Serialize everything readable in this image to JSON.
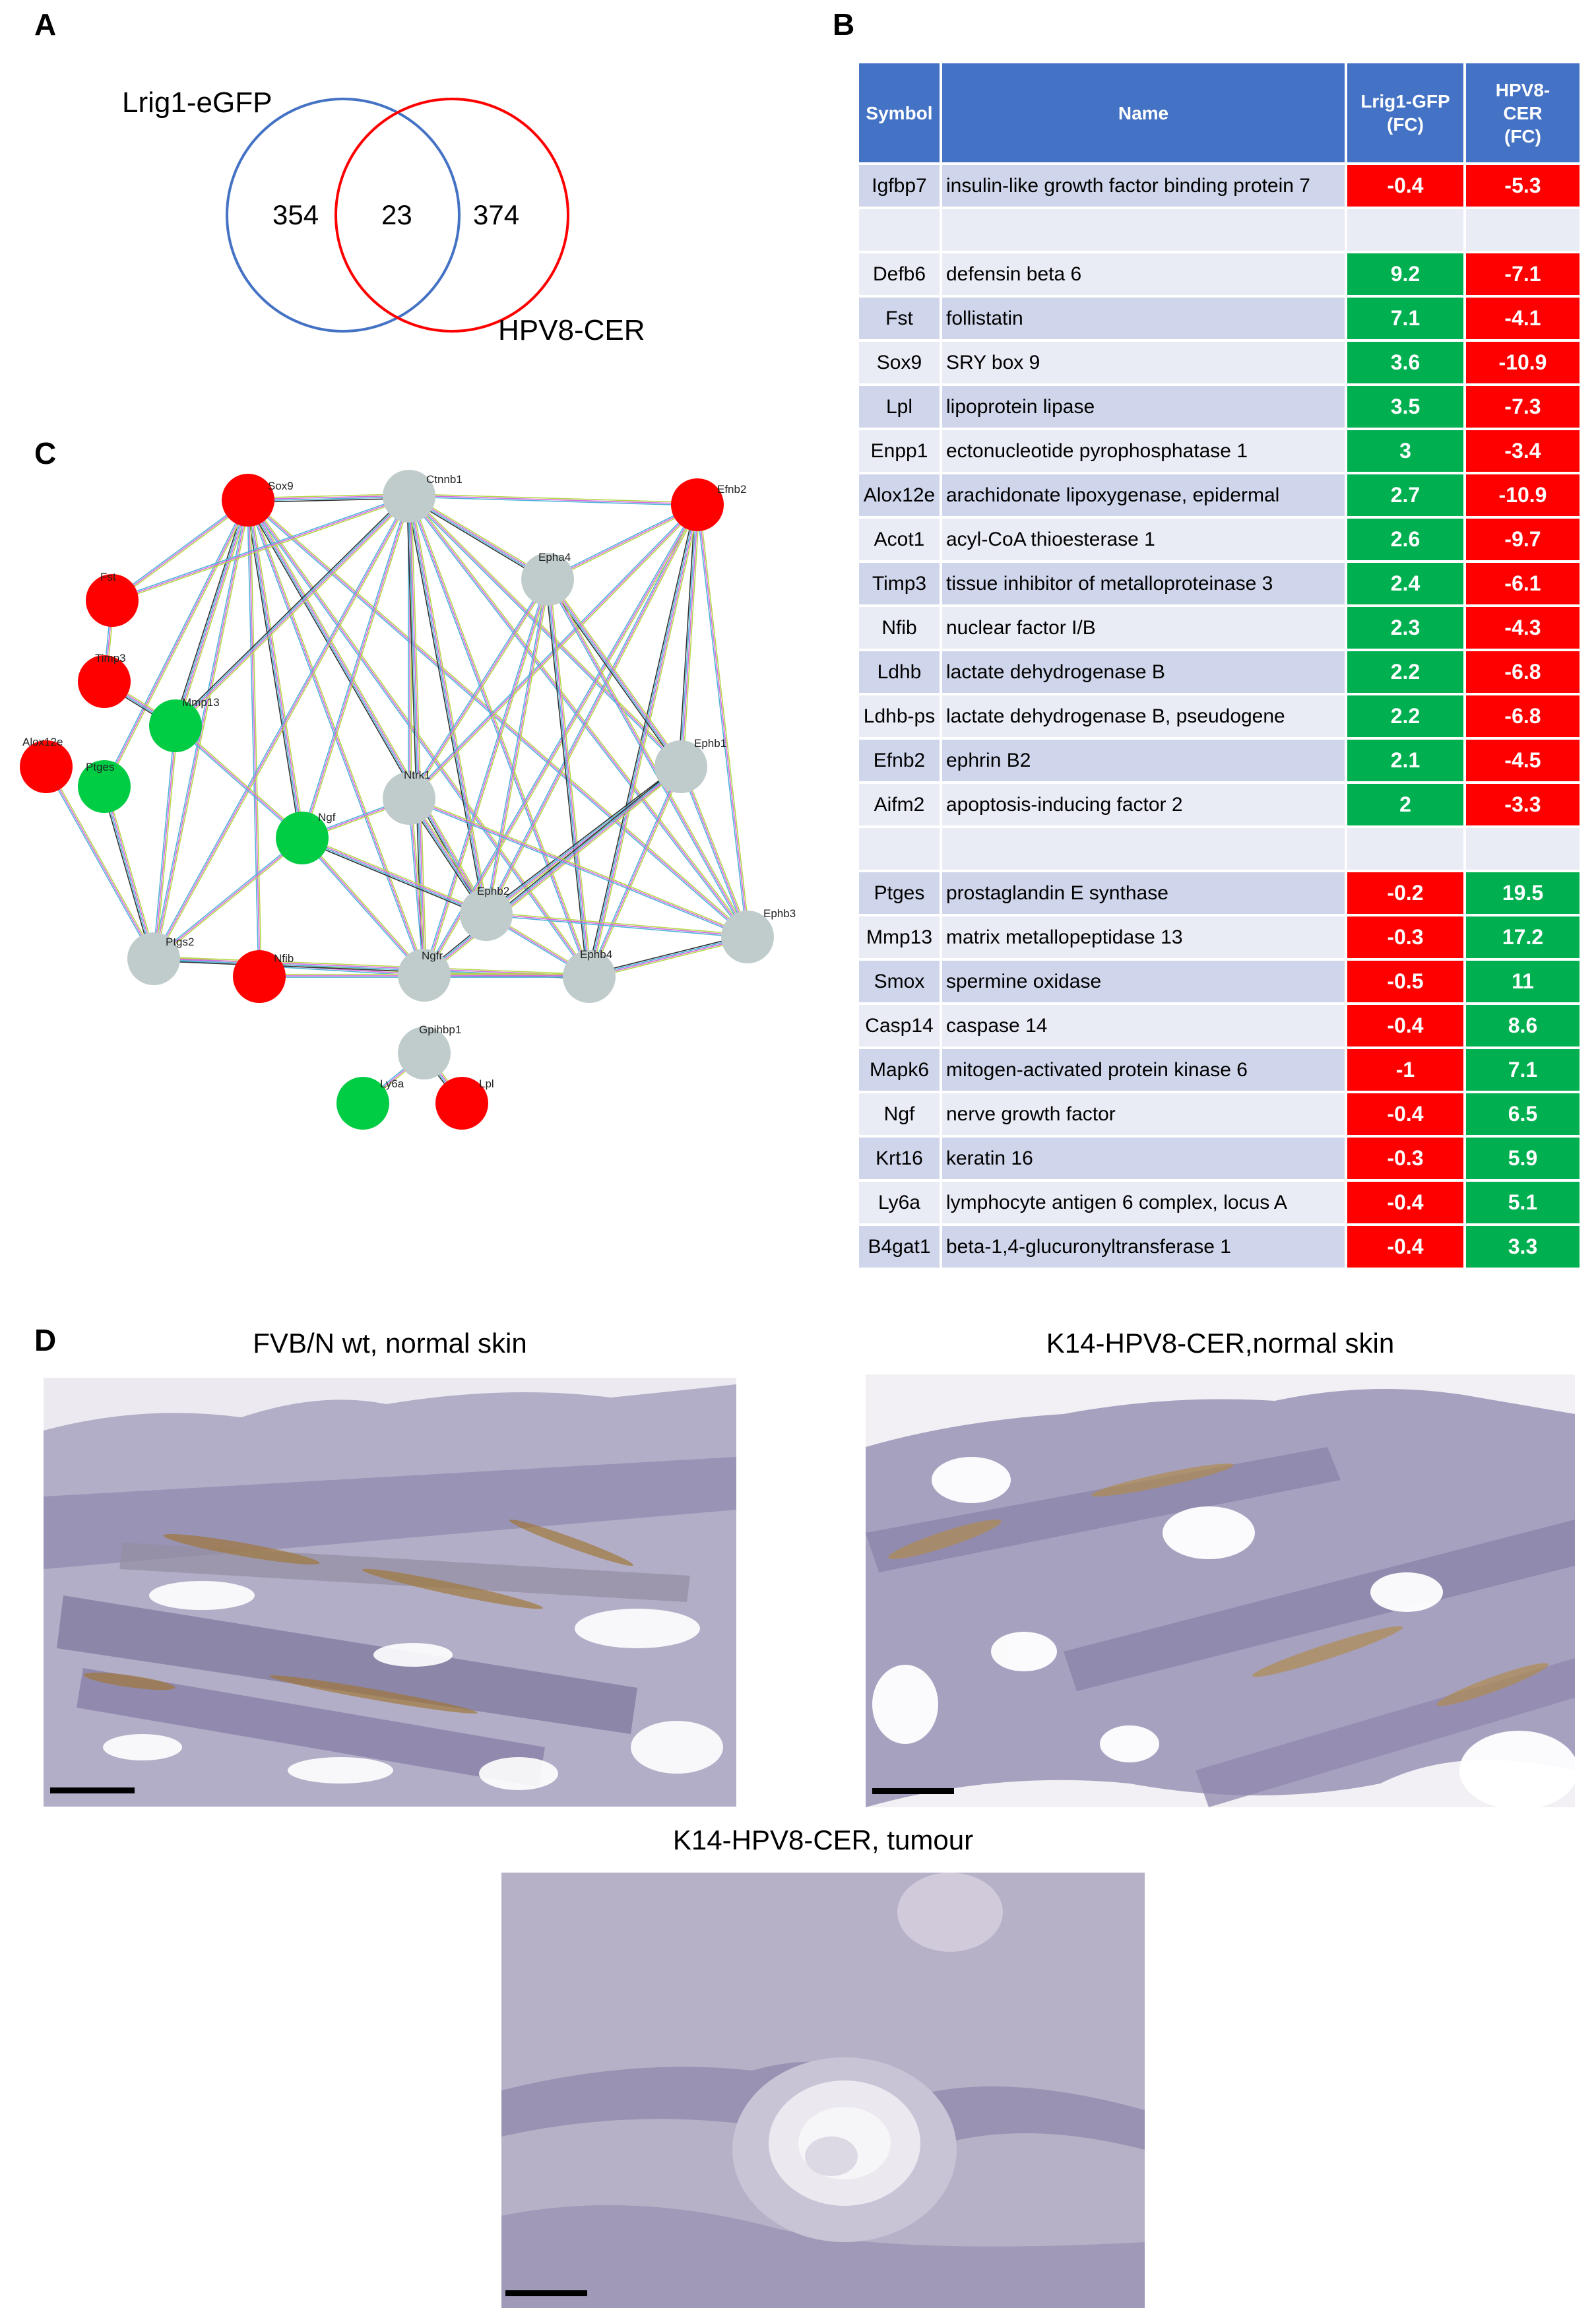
{
  "panels": {
    "a": "A",
    "b": "B",
    "c": "C",
    "d": "D"
  },
  "venn": {
    "label_left": "Lrig1-eGFP",
    "label_right": "HPV8-CER",
    "only_left": "354",
    "overlap": "23",
    "only_right": "374",
    "color_left": "#4472c4",
    "color_right": "#ff0000"
  },
  "table": {
    "headers": [
      "Symbol",
      "Name",
      "Lrig1-GFP\n(FC)",
      "HPV8-\nCER\n(FC)"
    ],
    "colors": {
      "down": "#ff0000",
      "up": "#00b050",
      "header": "#4472c4"
    },
    "group1": [
      {
        "symbol": "Igfbp7",
        "name": "insulin-like growth factor binding protein 7",
        "lrig": "-0.4",
        "hpv": "-5.3"
      }
    ],
    "group2": [
      {
        "symbol": "Defb6",
        "name": "defensin beta 6",
        "lrig": "9.2",
        "hpv": "-7.1"
      },
      {
        "symbol": "Fst",
        "name": "follistatin",
        "lrig": "7.1",
        "hpv": "-4.1"
      },
      {
        "symbol": "Sox9",
        "name": "SRY box 9",
        "lrig": "3.6",
        "hpv": "-10.9"
      },
      {
        "symbol": "Lpl",
        "name": "lipoprotein lipase",
        "lrig": "3.5",
        "hpv": "-7.3"
      },
      {
        "symbol": "Enpp1",
        "name": "ectonucleotide pyrophosphatase 1",
        "lrig": "3",
        "hpv": "-3.4"
      },
      {
        "symbol": "Alox12e",
        "name": "arachidonate lipoxygenase, epidermal",
        "lrig": "2.7",
        "hpv": "-10.9"
      },
      {
        "symbol": "Acot1",
        "name": "acyl-CoA thioesterase 1",
        "lrig": "2.6",
        "hpv": "-9.7"
      },
      {
        "symbol": "Timp3",
        "name": "tissue inhibitor of metalloproteinase 3",
        "lrig": "2.4",
        "hpv": "-6.1"
      },
      {
        "symbol": "Nfib",
        "name": "nuclear factor I/B",
        "lrig": "2.3",
        "hpv": "-4.3"
      },
      {
        "symbol": "Ldhb",
        "name": "lactate dehydrogenase B",
        "lrig": "2.2",
        "hpv": "-6.8"
      },
      {
        "symbol": "Ldhb-ps",
        "name": "lactate dehydrogenase B, pseudogene",
        "lrig": "2.2",
        "hpv": "-6.8"
      },
      {
        "symbol": "Efnb2",
        "name": "ephrin B2",
        "lrig": "2.1",
        "hpv": "-4.5"
      },
      {
        "symbol": "Aifm2",
        "name": "apoptosis-inducing factor 2",
        "lrig": "2",
        "hpv": "-3.3"
      }
    ],
    "group3": [
      {
        "symbol": "Ptges",
        "name": "prostaglandin E synthase",
        "lrig": "-0.2",
        "hpv": "19.5"
      },
      {
        "symbol": "Mmp13",
        "name": "matrix metallopeptidase 13",
        "lrig": "-0.3",
        "hpv": "17.2"
      },
      {
        "symbol": "Smox",
        "name": "spermine oxidase",
        "lrig": "-0.5",
        "hpv": "11"
      },
      {
        "symbol": "Casp14",
        "name": "caspase 14",
        "lrig": "-0.4",
        "hpv": "8.6"
      },
      {
        "symbol": "Mapk6",
        "name": "mitogen-activated protein kinase 6",
        "lrig": "-1",
        "hpv": "7.1"
      },
      {
        "symbol": "Ngf",
        "name": "nerve growth factor",
        "lrig": "-0.4",
        "hpv": "6.5"
      },
      {
        "symbol": "Krt16",
        "name": "keratin 16",
        "lrig": "-0.3",
        "hpv": "5.9"
      },
      {
        "symbol": "Ly6a",
        "name": "lymphocyte antigen 6 complex, locus A",
        "lrig": "-0.4",
        "hpv": "5.1"
      },
      {
        "symbol": "B4gat1",
        "name": "beta-1,4-glucuronyltransferase 1",
        "lrig": "-0.4",
        "hpv": "3.3"
      }
    ]
  },
  "network": {
    "colors": {
      "down": "#ff0000",
      "up": "#00cc44",
      "neutral": "#c0cccc"
    },
    "nodes": [
      {
        "id": "Sox9",
        "status": "down"
      },
      {
        "id": "Ctnnb1",
        "status": "neutral"
      },
      {
        "id": "Efnb2",
        "status": "down"
      },
      {
        "id": "Epha4",
        "status": "neutral"
      },
      {
        "id": "Fst",
        "status": "down"
      },
      {
        "id": "Timp3",
        "status": "down"
      },
      {
        "id": "Mmp13",
        "status": "up"
      },
      {
        "id": "Alox12e",
        "status": "down"
      },
      {
        "id": "Ptges",
        "status": "up"
      },
      {
        "id": "Ngf",
        "status": "up"
      },
      {
        "id": "Ntrk1",
        "status": "neutral"
      },
      {
        "id": "Ephb1",
        "status": "neutral"
      },
      {
        "id": "Ephb2",
        "status": "neutral"
      },
      {
        "id": "Ephb3",
        "status": "neutral"
      },
      {
        "id": "Ptgs2",
        "status": "neutral"
      },
      {
        "id": "Nfib",
        "status": "down"
      },
      {
        "id": "Ngfr",
        "status": "neutral"
      },
      {
        "id": "Ephb4",
        "status": "neutral"
      },
      {
        "id": "Gpihbp1",
        "status": "neutral"
      },
      {
        "id": "Ly6a",
        "status": "up"
      },
      {
        "id": "Lpl",
        "status": "down"
      }
    ],
    "edges": [
      [
        "Sox9",
        "Ctnnb1"
      ],
      [
        "Ctnnb1",
        "Efnb2"
      ],
      [
        "Sox9",
        "Fst"
      ],
      [
        "Sox9",
        "Ngf"
      ],
      [
        "Sox9",
        "Nfib"
      ],
      [
        "Sox9",
        "Ngfr"
      ],
      [
        "Sox9",
        "Ephb2"
      ],
      [
        "Sox9",
        "Ephb4"
      ],
      [
        "Sox9",
        "Ephb3"
      ],
      [
        "Sox9",
        "Mmp13"
      ],
      [
        "Sox9",
        "Ptges"
      ],
      [
        "Sox9",
        "Ptgs2"
      ],
      [
        "Ctnnb1",
        "Epha4"
      ],
      [
        "Ctnnb1",
        "Ntrk1"
      ],
      [
        "Ctnnb1",
        "Ephb1"
      ],
      [
        "Ctnnb1",
        "Ephb2"
      ],
      [
        "Ctnnb1",
        "Ephb3"
      ],
      [
        "Ctnnb1",
        "Ephb4"
      ],
      [
        "Ctnnb1",
        "Ngfr"
      ],
      [
        "Ctnnb1",
        "Ngf"
      ],
      [
        "Ctnnb1",
        "Ptgs2"
      ],
      [
        "Ctnnb1",
        "Mmp13"
      ],
      [
        "Ctnnb1",
        "Fst"
      ],
      [
        "Efnb2",
        "Epha4"
      ],
      [
        "Efnb2",
        "Ephb1"
      ],
      [
        "Efnb2",
        "Ephb2"
      ],
      [
        "Efnb2",
        "Ephb3"
      ],
      [
        "Efnb2",
        "Ephb4"
      ],
      [
        "Efnb2",
        "Ntrk1"
      ],
      [
        "Efnb2",
        "Ngfr"
      ],
      [
        "Epha4",
        "Ephb1"
      ],
      [
        "Epha4",
        "Ephb2"
      ],
      [
        "Epha4",
        "Ephb3"
      ],
      [
        "Epha4",
        "Ephb4"
      ],
      [
        "Epha4",
        "Ntrk1"
      ],
      [
        "Epha4",
        "Ngfr"
      ],
      [
        "Ephb1",
        "Ephb2"
      ],
      [
        "Ephb1",
        "Ephb3"
      ],
      [
        "Ephb1",
        "Ephb4"
      ],
      [
        "Ephb1",
        "Ngfr"
      ],
      [
        "Ephb2",
        "Ephb3"
      ],
      [
        "Ephb2",
        "Ephb4"
      ],
      [
        "Ephb3",
        "Ephb4"
      ],
      [
        "Ntrk1",
        "Ngf"
      ],
      [
        "Ntrk1",
        "Ngfr"
      ],
      [
        "Ntrk1",
        "Ephb2"
      ],
      [
        "Ntrk1",
        "Ephb3"
      ],
      [
        "Ngf",
        "Ngfr"
      ],
      [
        "Ngf",
        "Ephb2"
      ],
      [
        "Ngf",
        "Ptgs2"
      ],
      [
        "Fst",
        "Timp3"
      ],
      [
        "Timp3",
        "Mmp13"
      ],
      [
        "Mmp13",
        "Ptgs2"
      ],
      [
        "Mmp13",
        "Ngf"
      ],
      [
        "Ptges",
        "Ptgs2"
      ],
      [
        "Alox12e",
        "Ptgs2"
      ],
      [
        "Ptgs2",
        "Ngfr"
      ],
      [
        "Ptgs2",
        "Ephb4"
      ],
      [
        "Ngfr",
        "Ephb4"
      ],
      [
        "Nfib",
        "Ephb4"
      ],
      [
        "Gpihbp1",
        "Lpl"
      ],
      [
        "Gpihbp1",
        "Ly6a"
      ]
    ]
  },
  "micrographs": {
    "top_left_caption": "FVB/N wt, normal skin",
    "top_right_caption": "K14-HPV8-CER,normal skin",
    "bottom_caption": "K14-HPV8-CER, tumour"
  }
}
